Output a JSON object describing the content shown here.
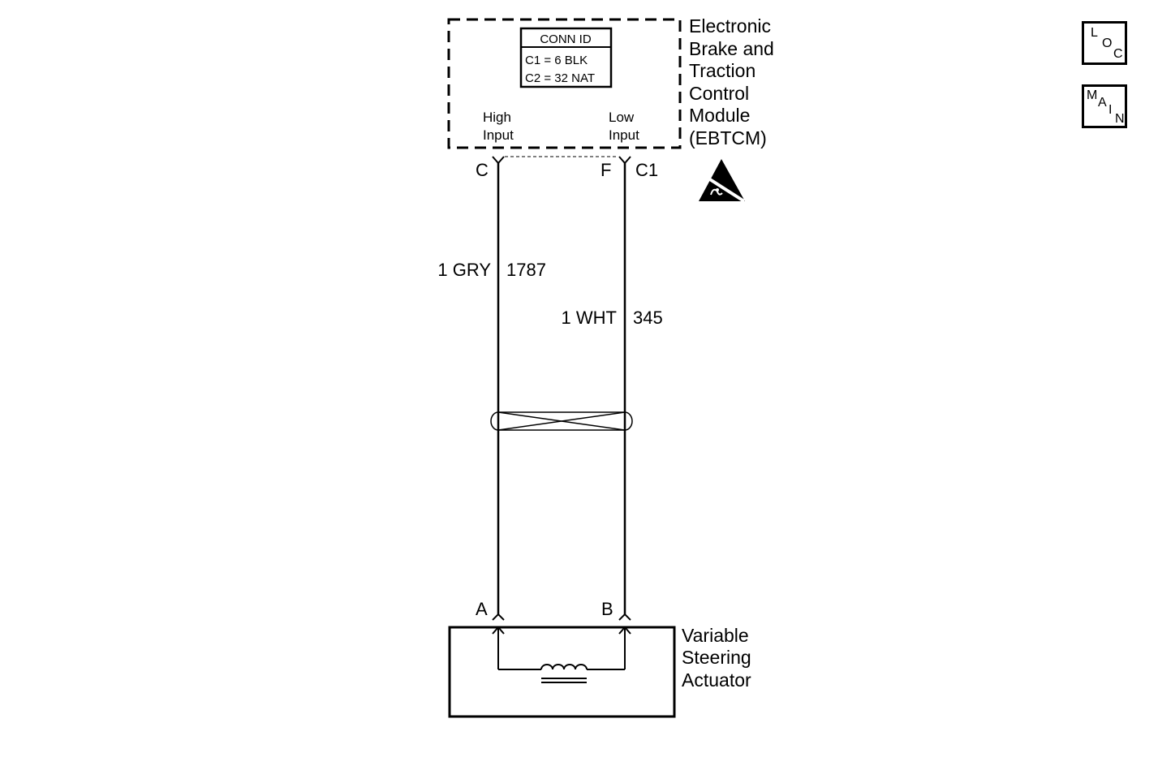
{
  "module": {
    "name_lines": [
      "Electronic",
      "Brake and",
      "Traction",
      "Control",
      "Module",
      "(EBTCM)"
    ],
    "conn_id": {
      "header": "CONN ID",
      "rows": [
        "C1 = 6 BLK",
        "C2 = 32 NAT"
      ]
    },
    "inputs": {
      "high": [
        "High",
        "Input"
      ],
      "low": [
        "Low",
        "Input"
      ]
    },
    "pins": {
      "left": "C",
      "right": "F",
      "connector": "C1"
    }
  },
  "wires": [
    {
      "gauge_color": "1 GRY",
      "circuit": "1787"
    },
    {
      "gauge_color": "1 WHT",
      "circuit": "345"
    }
  ],
  "actuator": {
    "name_lines": [
      "Variable",
      "Steering",
      "Actuator"
    ],
    "pins": {
      "left": "A",
      "right": "B"
    }
  },
  "nav": {
    "loc": [
      "L",
      "O",
      "C"
    ],
    "main": [
      "M",
      "A",
      "I",
      "N"
    ]
  },
  "icons": {
    "esd": "esd-warning-icon",
    "coil": "coil-icon",
    "twist": "twisted-pair-icon"
  }
}
